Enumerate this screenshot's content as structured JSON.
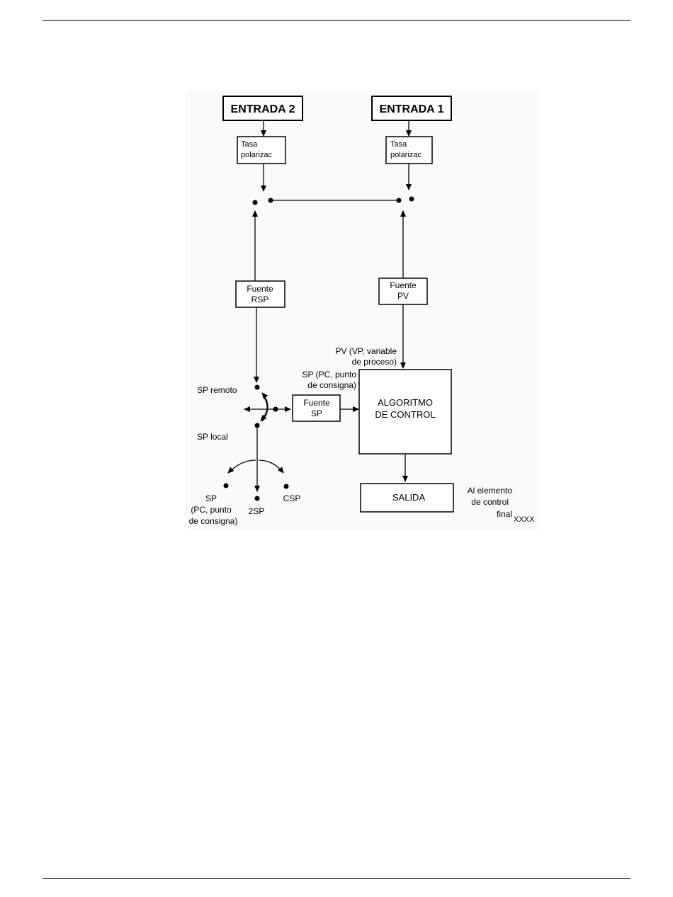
{
  "diagram": {
    "entrada2": "ENTRADA 2",
    "entrada1": "ENTRADA 1",
    "tasa_l1": "Tasa",
    "tasa_l2": "polarizac",
    "fuente_rsp_l1": "Fuente",
    "fuente_rsp_l2": "RSP",
    "fuente_pv_l1": "Fuente",
    "fuente_pv_l2": "PV",
    "pv_label_l1": "PV (VP, variable",
    "pv_label_l2": "de proceso)",
    "sp_label_l1": "SP (PC, punto",
    "sp_label_l2": "de consigna)",
    "sp_remoto": "SP remoto",
    "sp_local": "SP local",
    "fuente_sp_l1": "Fuente",
    "fuente_sp_l2": "SP",
    "algoritmo_l1": "ALGORITMO",
    "algoritmo_l2": "DE CONTROL",
    "salida": "SALIDA",
    "al_elemento_l1": "Al elemento",
    "al_elemento_l2": "de control",
    "al_elemento_l3": "final",
    "xxxx": "XXXX",
    "opt_sp": "SP",
    "opt_sp_l2": "(PC, punto",
    "opt_sp_l3": "de consigna)",
    "opt_2sp": "2SP",
    "opt_csp": "CSP"
  }
}
